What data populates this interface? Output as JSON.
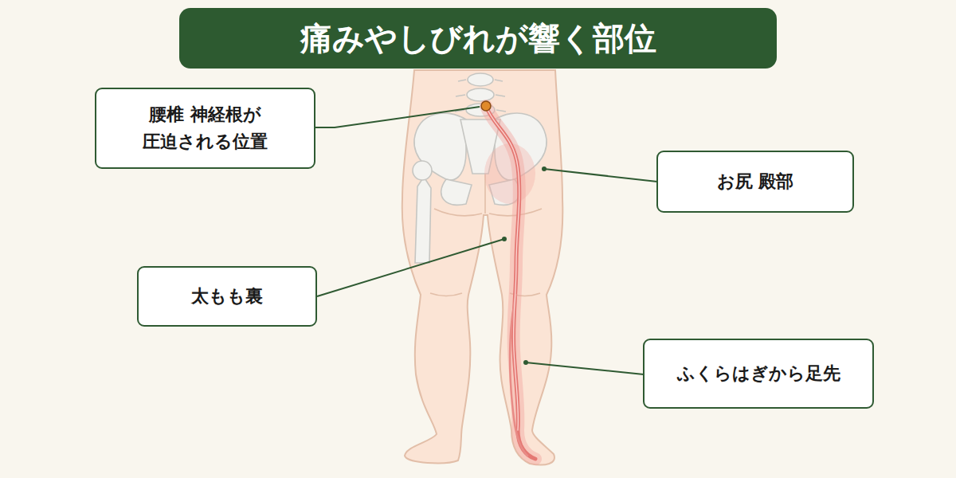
{
  "diagram": {
    "title": "痛みやしびれが響く部位",
    "nodes": [
      {
        "text": [
          "腰椎 神経根が 圧迫される位置"
        ]
      },
      {
        "text": [
          "お尻 殿部"
        ]
      },
      {
        "text": [
          "太もも裏"
        ]
      },
      {
        "text": [
          "ふくらはぎから足先"
        ]
      }
    ]
  }
}
